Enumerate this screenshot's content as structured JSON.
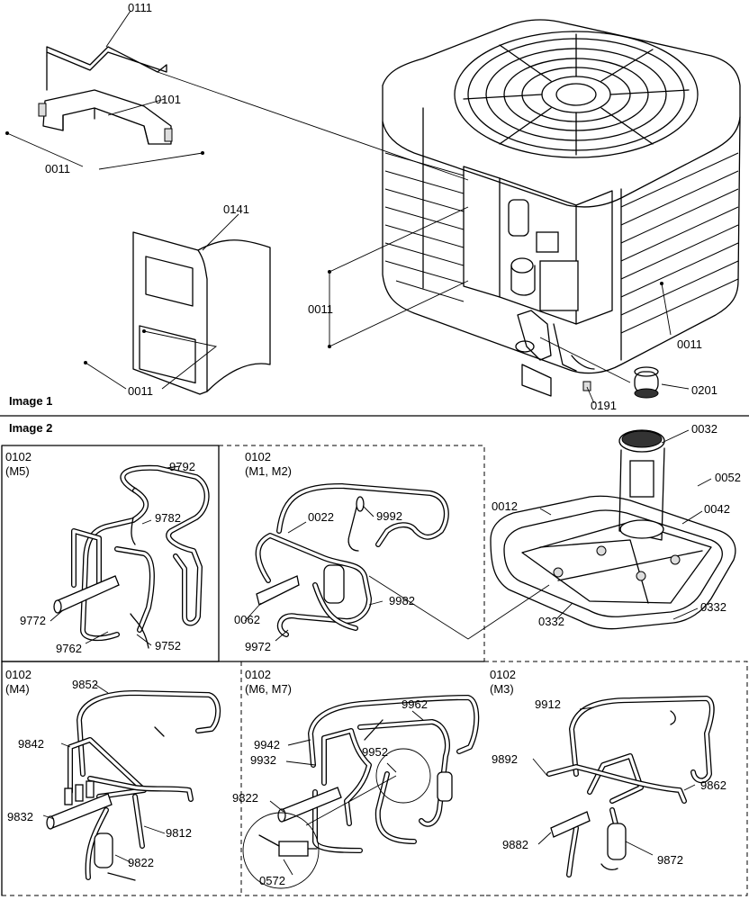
{
  "sections": {
    "image1": "Image 1",
    "image2": "Image 2"
  },
  "image1_labels": {
    "l0111": "0111",
    "l0101": "0101",
    "l0011_a": "0011",
    "l0141": "0141",
    "l0011_b": "0011",
    "l0011_c": "0011",
    "l0011_d": "0011",
    "l0201": "0201",
    "l0191": "0191"
  },
  "panels": {
    "m5": {
      "title": "0102\n(M5)",
      "labels": {
        "a": "9792",
        "b": "9782",
        "c": "9772",
        "d": "9762",
        "e": "9752"
      }
    },
    "m1m2": {
      "title": "0102\n(M1, M2)",
      "labels": {
        "a": "0022",
        "b": "9992",
        "c": "0062",
        "d": "9982",
        "e": "9972"
      }
    },
    "base": {
      "labels": {
        "a": "0032",
        "b": "0052",
        "c": "0012",
        "d": "0042",
        "e": "0332",
        "f": "0332"
      }
    },
    "m4": {
      "title": "0102\n(M4)",
      "labels": {
        "a": "9852",
        "b": "9842",
        "c": "9832",
        "d": "9822",
        "e": "9812"
      }
    },
    "m6m7": {
      "title": "0102\n(M6, M7)",
      "labels": {
        "a": "9962",
        "b": "9952",
        "c": "9942",
        "d": "9932",
        "e": "9822",
        "f": "0572"
      }
    },
    "m3": {
      "title": "0102\n(M3)",
      "labels": {
        "a": "9912",
        "b": "9892",
        "c": "9862",
        "d": "9882",
        "e": "9872"
      }
    }
  }
}
